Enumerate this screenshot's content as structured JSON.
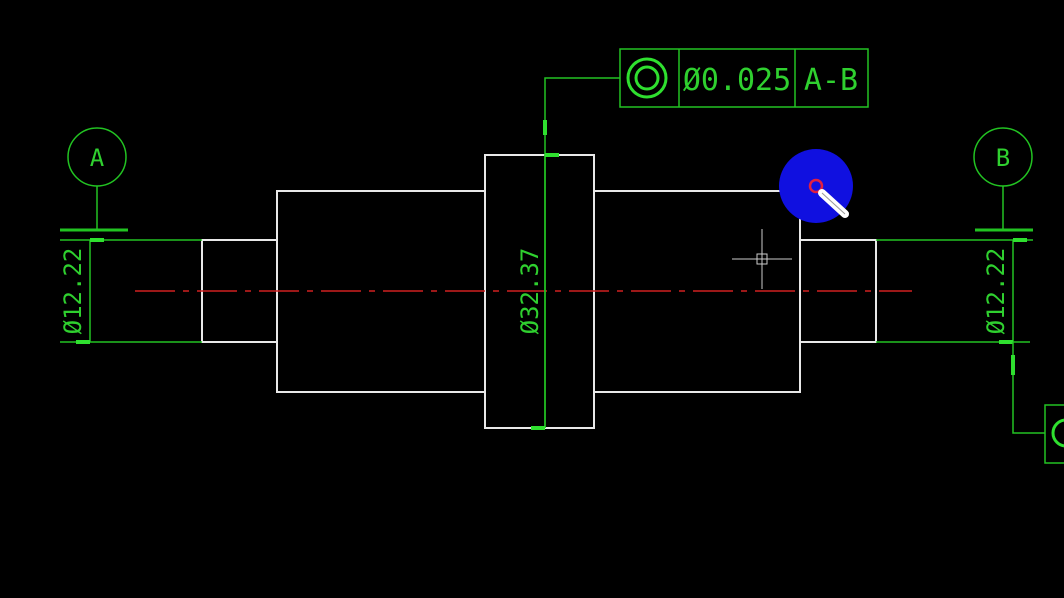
{
  "drawing": {
    "datum_a": "A",
    "datum_b": "B",
    "dim_left": "Ø12.22",
    "dim_right": "Ø12.22",
    "dim_center": "Ø32.37",
    "fcf": {
      "symbol": "concentricity-icon",
      "tolerance": "Ø0.025",
      "datum_ref": "A-B"
    }
  },
  "colors": {
    "background": "#000000",
    "geometry": "#e8e8e8",
    "dimensions": "#22c322",
    "centerline": "#d02020",
    "cursor_highlight": "#1010e0"
  }
}
